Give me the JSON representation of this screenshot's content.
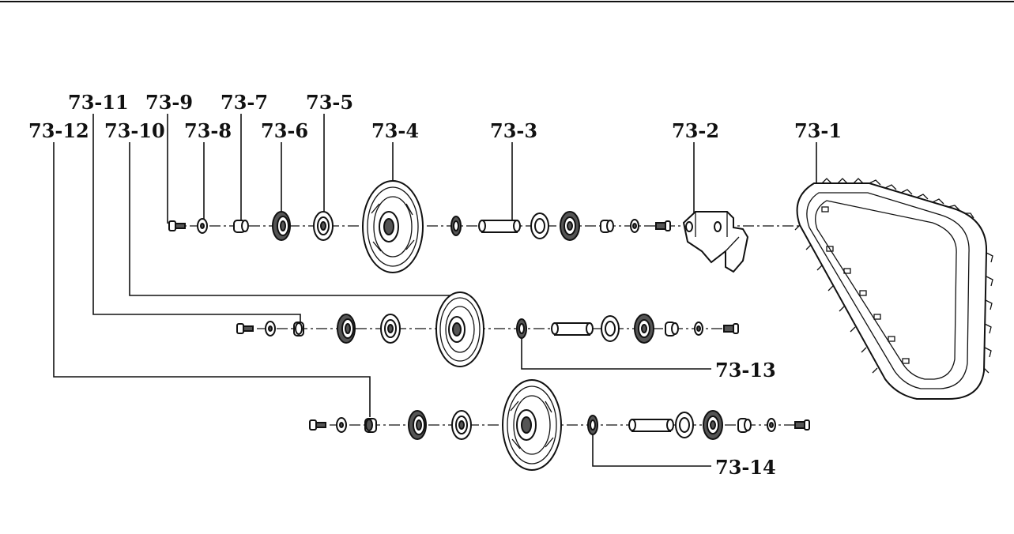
{
  "labels": {
    "p1": "73-1",
    "p2": "73-2",
    "p3": "73-3",
    "p4": "73-4",
    "p5": "73-5",
    "p6": "73-6",
    "p7": "73-7",
    "p8": "73-8",
    "p9": "73-9",
    "p10": "73-10",
    "p11": "73-11",
    "p12": "73-12",
    "p13": "73-13",
    "p14": "73-14"
  }
}
